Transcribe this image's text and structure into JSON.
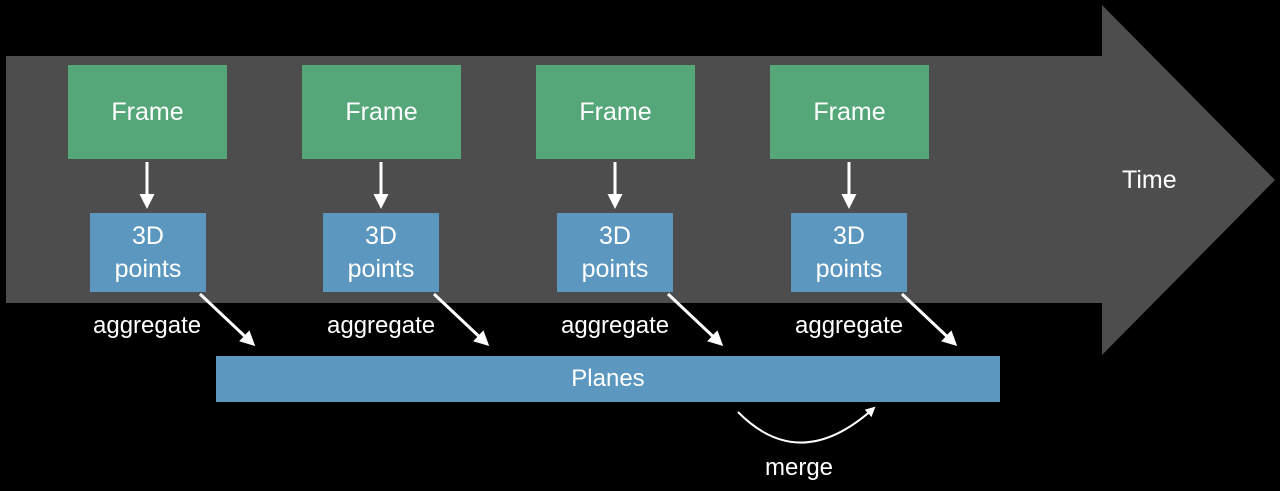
{
  "colors": {
    "background": "#000000",
    "timeline_arrow": "#4d4d4d",
    "frame_fill": "#55a779",
    "points_fill": "#5b97bf",
    "planes_fill": "#5b97bf",
    "text": "#ffffff"
  },
  "timeline": {
    "label": "Time"
  },
  "stages": [
    {
      "frame_label": "Frame",
      "points_line1": "3D",
      "points_line2": "points",
      "aggregate_label": "aggregate"
    },
    {
      "frame_label": "Frame",
      "points_line1": "3D",
      "points_line2": "points",
      "aggregate_label": "aggregate"
    },
    {
      "frame_label": "Frame",
      "points_line1": "3D",
      "points_line2": "points",
      "aggregate_label": "aggregate"
    },
    {
      "frame_label": "Frame",
      "points_line1": "3D",
      "points_line2": "points",
      "aggregate_label": "aggregate"
    }
  ],
  "planes": {
    "label": "Planes"
  },
  "merge": {
    "label": "merge"
  }
}
